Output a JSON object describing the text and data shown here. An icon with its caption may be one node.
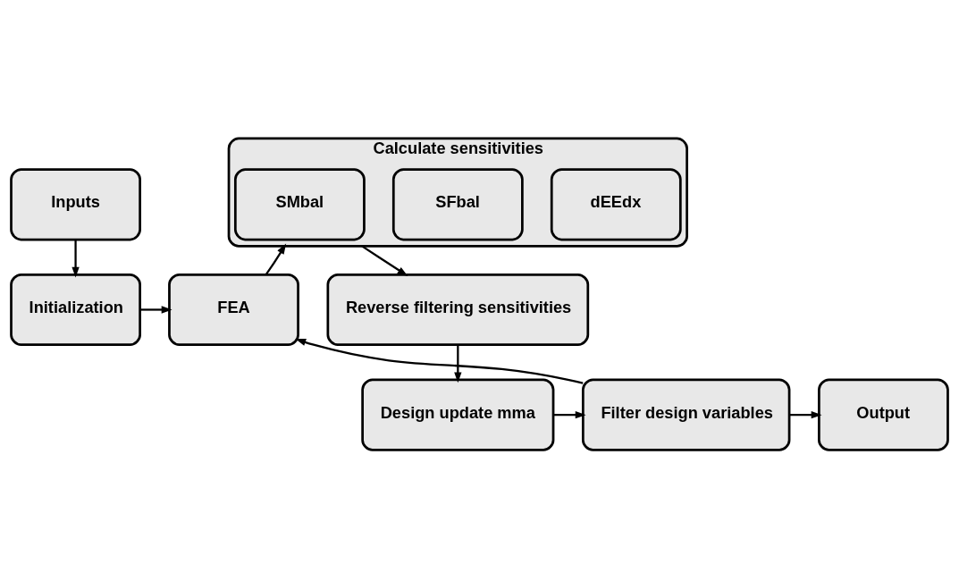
{
  "diagram": {
    "nodes": [
      {
        "text": [
          "Inputs"
        ]
      },
      {
        "text": [
          "Initialization"
        ]
      },
      {
        "text": [
          "FEA"
        ]
      },
      {
        "text": [
          "Calculate sensitivities"
        ]
      },
      {
        "text": [
          "dEEdx"
        ],
        "in": 3
      },
      {
        "text": [
          "SMbal"
        ],
        "in": 3
      },
      {
        "text": [
          "SFbal"
        ],
        "in": 3
      },
      {
        "text": [
          "Reverse filtering sensitivities"
        ]
      },
      {
        "text": [
          "Design update mma"
        ]
      },
      {
        "text": [
          "Filter design variables"
        ]
      },
      {
        "text": [
          "Output"
        ]
      }
    ],
    "edges": [
      {
        "from": 0,
        "to": 1,
        "arrow": "to"
      },
      {
        "from": 1,
        "to": 2,
        "arrow": "to"
      },
      {
        "from": 2,
        "to": 3,
        "arrow": "to"
      },
      {
        "from": 3,
        "to": 7,
        "arrow": "to"
      },
      {
        "from": 7,
        "to": 8,
        "arrow": "to"
      },
      {
        "from": 8,
        "to": 9,
        "arrow": "to"
      },
      {
        "from": 9,
        "to": 2,
        "arrow": "to"
      },
      {
        "from": 9,
        "to": 10,
        "arrow": "to"
      }
    ]
  }
}
